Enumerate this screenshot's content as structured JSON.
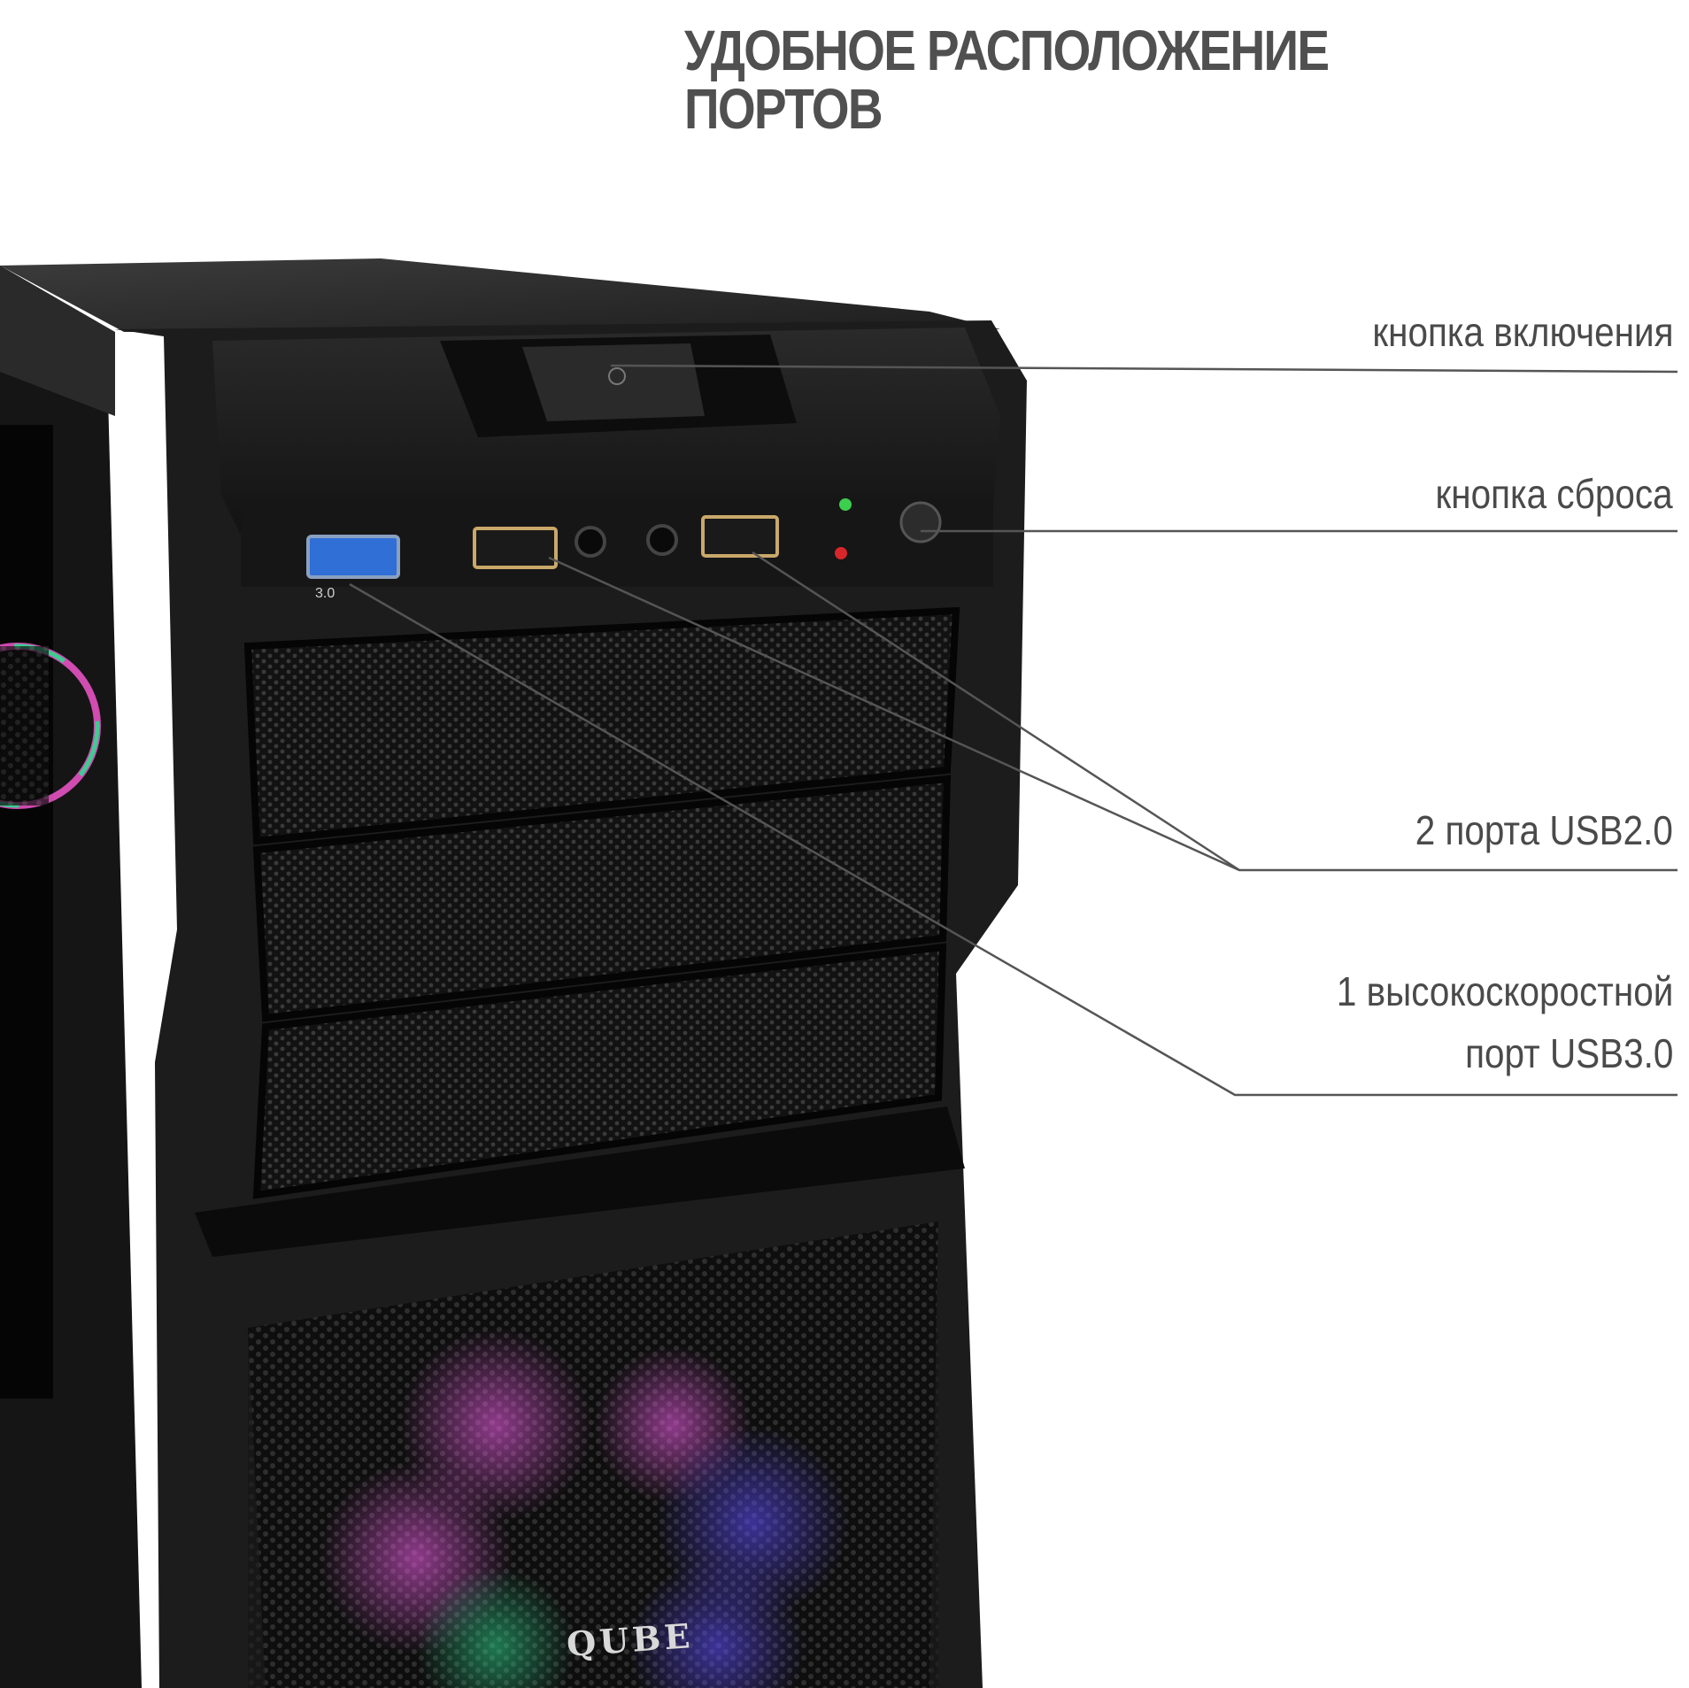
{
  "heading": {
    "line1": "УДОБНОЕ РАСПОЛОЖЕНИЕ",
    "line2": "ПОРТОВ"
  },
  "callouts": {
    "power": "кнопка включения",
    "reset": "кнопка сброса",
    "usb2": "2 порта USB2.0",
    "usb3_line1": "1 высокоскоростной",
    "usb3_line2": "порт USB3.0"
  },
  "ports": {
    "usb3_label": "3.0",
    "brand": "QUBE"
  },
  "colors": {
    "text": "#505050",
    "leader_line": "#555555",
    "case_body": "#1a1a1a",
    "usb3_port": "#2f6fd6",
    "usb2_port": "#c9a86a",
    "led_power": "#3ccf4e",
    "led_hdd": "#d8262a",
    "fan_glow_pink": "#d83cd0",
    "fan_glow_blue": "#5a4cf0",
    "fan_glow_green": "#2fd98f"
  }
}
